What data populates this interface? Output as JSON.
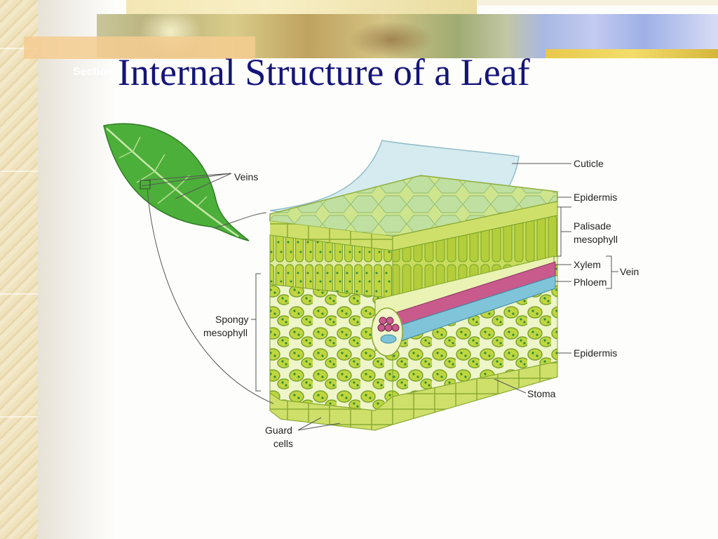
{
  "slide": {
    "section_label": "Section",
    "title": "Internal Structure of a Leaf"
  },
  "diagram": {
    "labels": {
      "veins": "Veins",
      "cuticle": "Cuticle",
      "epidermis_upper": "Epidermis",
      "palisade_line1": "Palisade",
      "palisade_line2": "mesophyll",
      "xylem": "Xylem",
      "vein": "Vein",
      "phloem": "Phloem",
      "spongy_line1": "Spongy",
      "spongy_line2": "mesophyll",
      "epidermis_lower": "Epidermis",
      "stoma": "Stoma",
      "guard_line1": "Guard",
      "guard_line2": "cells"
    },
    "colors": {
      "leaf": "#4caf3a",
      "cell_fill": "#bfd63f",
      "chloroplast": "#2f8a3a",
      "xylem": "#c85a8c",
      "phloem": "#7fc4d8",
      "cuticle": "#cfe9ef"
    }
  }
}
